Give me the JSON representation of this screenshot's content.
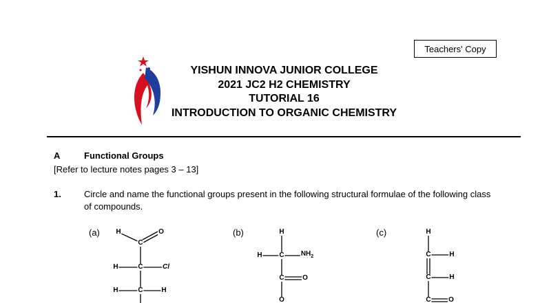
{
  "header": {
    "copy_label": "Teachers' Copy",
    "title_lines": [
      "YISHUN INNOVA JUNIOR COLLEGE",
      "2021 JC2 H2 CHEMISTRY",
      "TUTORIAL 16",
      "INTRODUCTION TO ORGANIC CHEMISTRY"
    ],
    "logo_colors": {
      "red": "#d7101f",
      "blue": "#1f3e9c"
    }
  },
  "section": {
    "letter": "A",
    "title": "Functional Groups",
    "reference": "[Refer to lecture notes pages 3 – 13]"
  },
  "question": {
    "number": "1.",
    "text_line1": "Circle and name the functional groups present in the following structural formulae of the following class",
    "text_line2": "of compounds."
  },
  "structures": {
    "a": {
      "label": "(a)",
      "atoms": [
        "H",
        "O",
        "C",
        "H",
        "C",
        "Cl",
        "H",
        "C",
        "H"
      ]
    },
    "b": {
      "label": "(b)",
      "atoms": [
        "H",
        "H",
        "C",
        "NH",
        "2",
        "C",
        "O",
        "O"
      ]
    },
    "c": {
      "label": "(c)",
      "atoms": [
        "H",
        "C",
        "H",
        "C",
        "H",
        "C",
        "O"
      ]
    }
  }
}
